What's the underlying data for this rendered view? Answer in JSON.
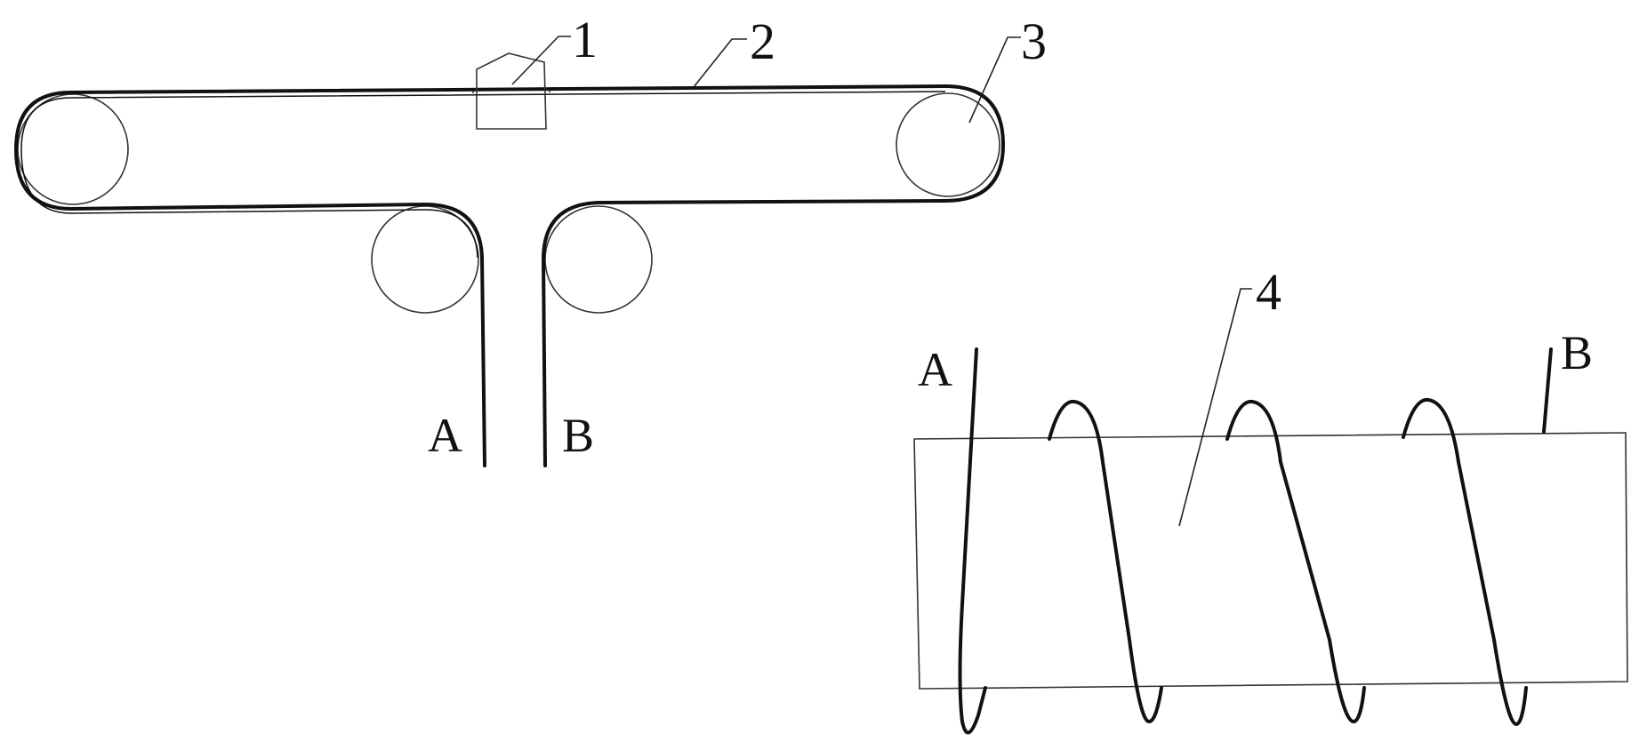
{
  "labels": {
    "part_1": "1",
    "part_2": "2",
    "part_3": "3",
    "part_4": "4",
    "end_a_top": "A",
    "end_b_top": "B",
    "end_a_coil": "A",
    "end_b_coil": "B"
  },
  "colors": {
    "line": "#111111",
    "background": "#ffffff"
  }
}
